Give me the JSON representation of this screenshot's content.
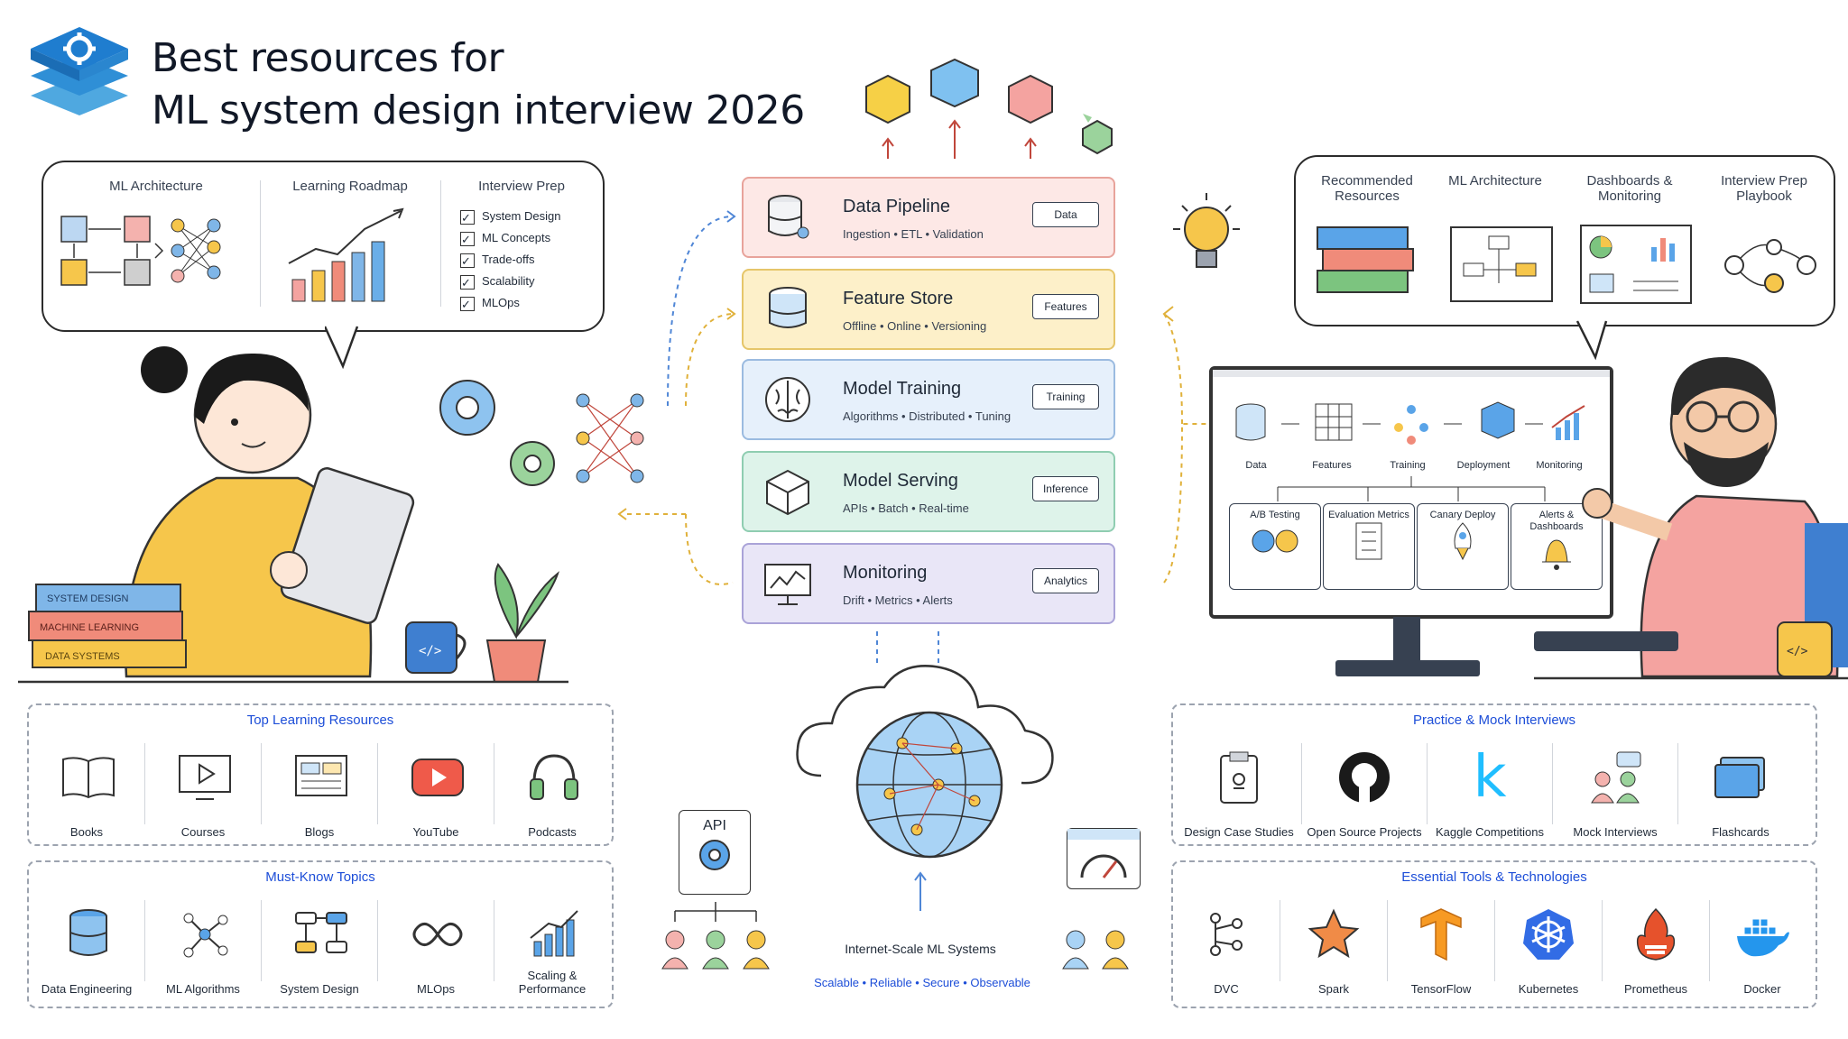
{
  "title": {
    "line1": "Best resources for",
    "line2": "ML system design interview 2026"
  },
  "left_bubble": {
    "columns": [
      "ML Architecture",
      "Learning Roadmap",
      "Interview Prep"
    ],
    "checklist": [
      "System Design",
      "ML Concepts",
      "Trade-offs",
      "Scalability",
      "MLOps"
    ]
  },
  "pipeline": [
    {
      "name": "Data Pipeline",
      "sub": "Ingestion • ETL • Validation",
      "tag": "Data",
      "icon": "database-icon",
      "color": "#fde8e6",
      "border": "#e8a39b"
    },
    {
      "name": "Feature Store",
      "sub": "Offline • Online • Versioning",
      "tag": "Features",
      "icon": "feature-store-icon",
      "color": "#fdf0c9",
      "border": "#e6c66a"
    },
    {
      "name": "Model Training",
      "sub": "Algorithms • Distributed • Tuning",
      "tag": "Training",
      "icon": "brain-icon",
      "color": "#e6f0fb",
      "border": "#9bbbe0"
    },
    {
      "name": "Model Serving",
      "sub": "APIs • Batch • Real-time",
      "tag": "Inference",
      "icon": "cube-icon",
      "color": "#def3ea",
      "border": "#8fcdb1"
    },
    {
      "name": "Monitoring",
      "sub": "Drift • Metrics • Alerts",
      "tag": "Analytics",
      "icon": "monitor-chart-icon",
      "color": "#e9e6f7",
      "border": "#aaa3d8"
    }
  ],
  "right_bubble": {
    "columns": [
      "Recommended Resources",
      "ML Architecture",
      "Dashboards & Monitoring",
      "Interview Prep Playbook"
    ]
  },
  "monitor": {
    "flow": [
      "Data",
      "Features",
      "Training",
      "Deployment",
      "Monitoring"
    ],
    "cards": [
      {
        "label": "A/B Testing"
      },
      {
        "label": "Evaluation Metrics"
      },
      {
        "label": "Canary Deploy"
      },
      {
        "label": "Alerts & Dashboards"
      }
    ]
  },
  "learning_panel": {
    "title": "Top Learning Resources",
    "items": [
      {
        "label": "Books",
        "icon": "open-book-icon"
      },
      {
        "label": "Courses",
        "icon": "video-course-icon"
      },
      {
        "label": "Blogs",
        "icon": "blog-icon"
      },
      {
        "label": "YouTube",
        "icon": "youtube-icon"
      },
      {
        "label": "Podcasts",
        "icon": "headphones-icon"
      }
    ]
  },
  "topics_panel": {
    "title": "Must-Know Topics",
    "items": [
      {
        "label": "Data Engineering",
        "icon": "database-icon"
      },
      {
        "label": "ML Algorithms",
        "icon": "graph-icon"
      },
      {
        "label": "System Design",
        "icon": "flowchart-icon"
      },
      {
        "label": "MLOps",
        "icon": "infinity-icon"
      },
      {
        "label": "Scaling & Performance",
        "icon": "growth-chart-icon"
      }
    ]
  },
  "practice_panel": {
    "title": "Practice & Mock Interviews",
    "items": [
      {
        "label": "Design Case Studies",
        "icon": "clipboard-icon"
      },
      {
        "label": "Open Source Projects",
        "icon": "github-icon"
      },
      {
        "label": "Kaggle Competitions",
        "icon": "kaggle-icon"
      },
      {
        "label": "Mock Interviews",
        "icon": "people-chat-icon"
      },
      {
        "label": "Flashcards",
        "icon": "flashcards-icon"
      }
    ]
  },
  "tools_panel": {
    "title": "Essential Tools & Technologies",
    "items": [
      {
        "label": "DVC",
        "icon": "dvc-icon"
      },
      {
        "label": "Spark",
        "icon": "spark-icon"
      },
      {
        "label": "TensorFlow",
        "icon": "tensorflow-icon"
      },
      {
        "label": "Kubernetes",
        "icon": "kubernetes-icon"
      },
      {
        "label": "Prometheus",
        "icon": "prometheus-icon"
      },
      {
        "label": "Docker",
        "icon": "docker-icon"
      }
    ]
  },
  "cloud": {
    "api_label": "API",
    "caption": "Internet-Scale ML Systems",
    "subcaption": "Scalable • Reliable • Secure • Observable"
  },
  "books_left": [
    "SYSTEM DESIGN",
    "MACHINE LEARNING",
    "DATA SYSTEMS"
  ]
}
